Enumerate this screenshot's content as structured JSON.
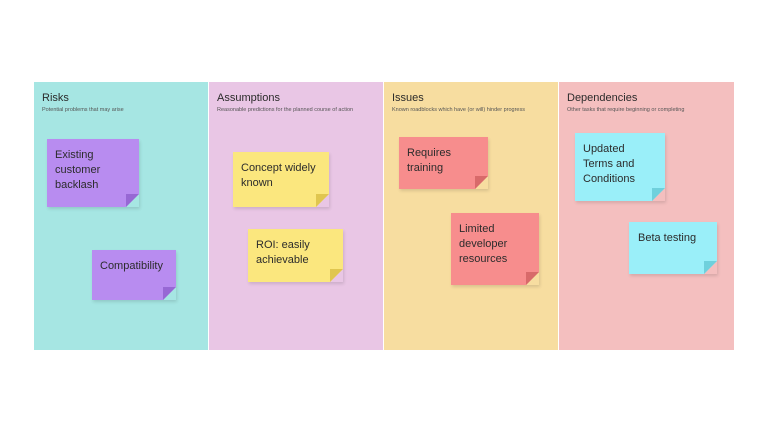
{
  "columns": [
    {
      "title": "Risks",
      "subtitle": "Potential problems that may arise",
      "bg": "#a6e6e3",
      "notes": [
        "Existing customer backlash",
        "Compatibility"
      ]
    },
    {
      "title": "Assumptions",
      "subtitle": "Reasonable predictions for the planned course of action",
      "bg": "#e9c6e5",
      "notes": [
        "Concept widely known",
        "ROI: easily achievable"
      ]
    },
    {
      "title": "Issues",
      "subtitle": "Known roadblocks which have (or will) hinder progress",
      "bg": "#f7dda0",
      "notes": [
        "Requires training",
        "Limited developer resources"
      ]
    },
    {
      "title": "Dependencies",
      "subtitle": "Other tasks that require beginning or completing",
      "bg": "#f4bfbf",
      "notes": [
        "Updated Terms and Conditions",
        "Beta testing"
      ]
    }
  ],
  "colors": {
    "note_purple": "#b88cf0",
    "note_yellow": "#fbe77e",
    "note_red": "#f78d8d",
    "note_cyan": "#9aeff9"
  }
}
